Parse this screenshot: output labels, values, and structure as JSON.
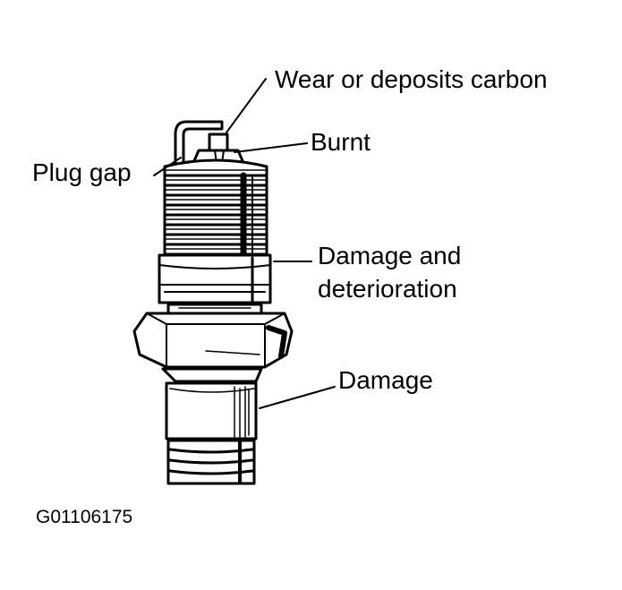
{
  "labels": {
    "wear": "Wear or deposits carbon",
    "burnt": "Burnt",
    "plug_gap": "Plug gap",
    "damage_det_line1": "Damage and",
    "damage_det_line2": "deterioration",
    "damage": "Damage"
  },
  "figure_code": "G01106175",
  "colors": {
    "ink": "#000000",
    "paper": "#ffffff"
  }
}
